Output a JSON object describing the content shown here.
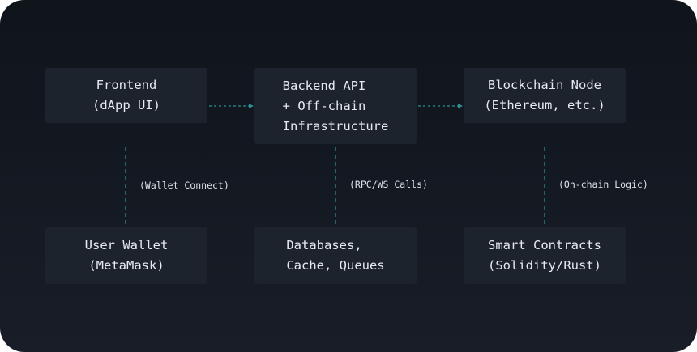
{
  "nodes": {
    "frontend": "Frontend\n(dApp UI)",
    "backend": "Backend API\n+ Off-chain\nInfrastructure",
    "blockchain": "Blockchain Node\n(Ethereum, etc.)",
    "wallet": "User Wallet\n(MetaMask)",
    "databases": "Databases,\nCache, Queues",
    "contracts": "Smart Contracts\n(Solidity/Rust)"
  },
  "edges": {
    "wallet_connect": "(Wallet Connect)",
    "rpc_calls": "(RPC/WS Calls)",
    "onchain_logic": "(On-chain Logic)"
  },
  "colors": {
    "background": "#141922",
    "node_fill": "#1d232d",
    "connector": "#2b8f95",
    "text": "#e6eaf0"
  }
}
